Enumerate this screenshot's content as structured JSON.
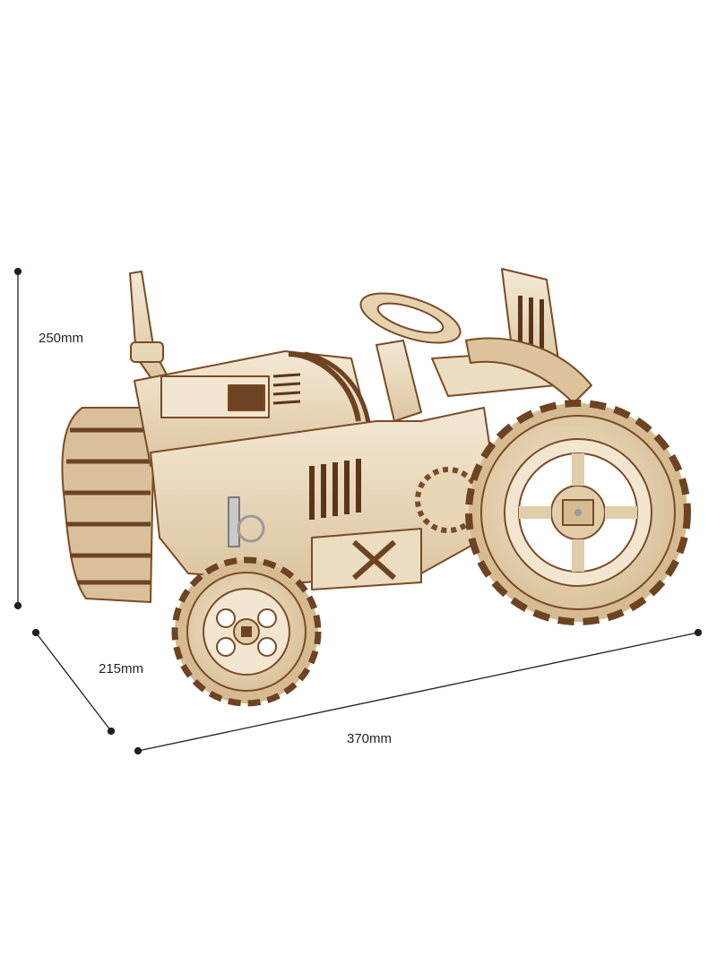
{
  "dimensions": {
    "height": "250mm",
    "depth": "215mm",
    "width": "370mm"
  },
  "colors": {
    "background": "#ffffff",
    "wood_light": "#efe2cc",
    "wood_mid": "#e2cdaa",
    "wood_edge": "#8a5a30",
    "wood_dark": "#6e4322",
    "dimension_line": "#231f20"
  }
}
